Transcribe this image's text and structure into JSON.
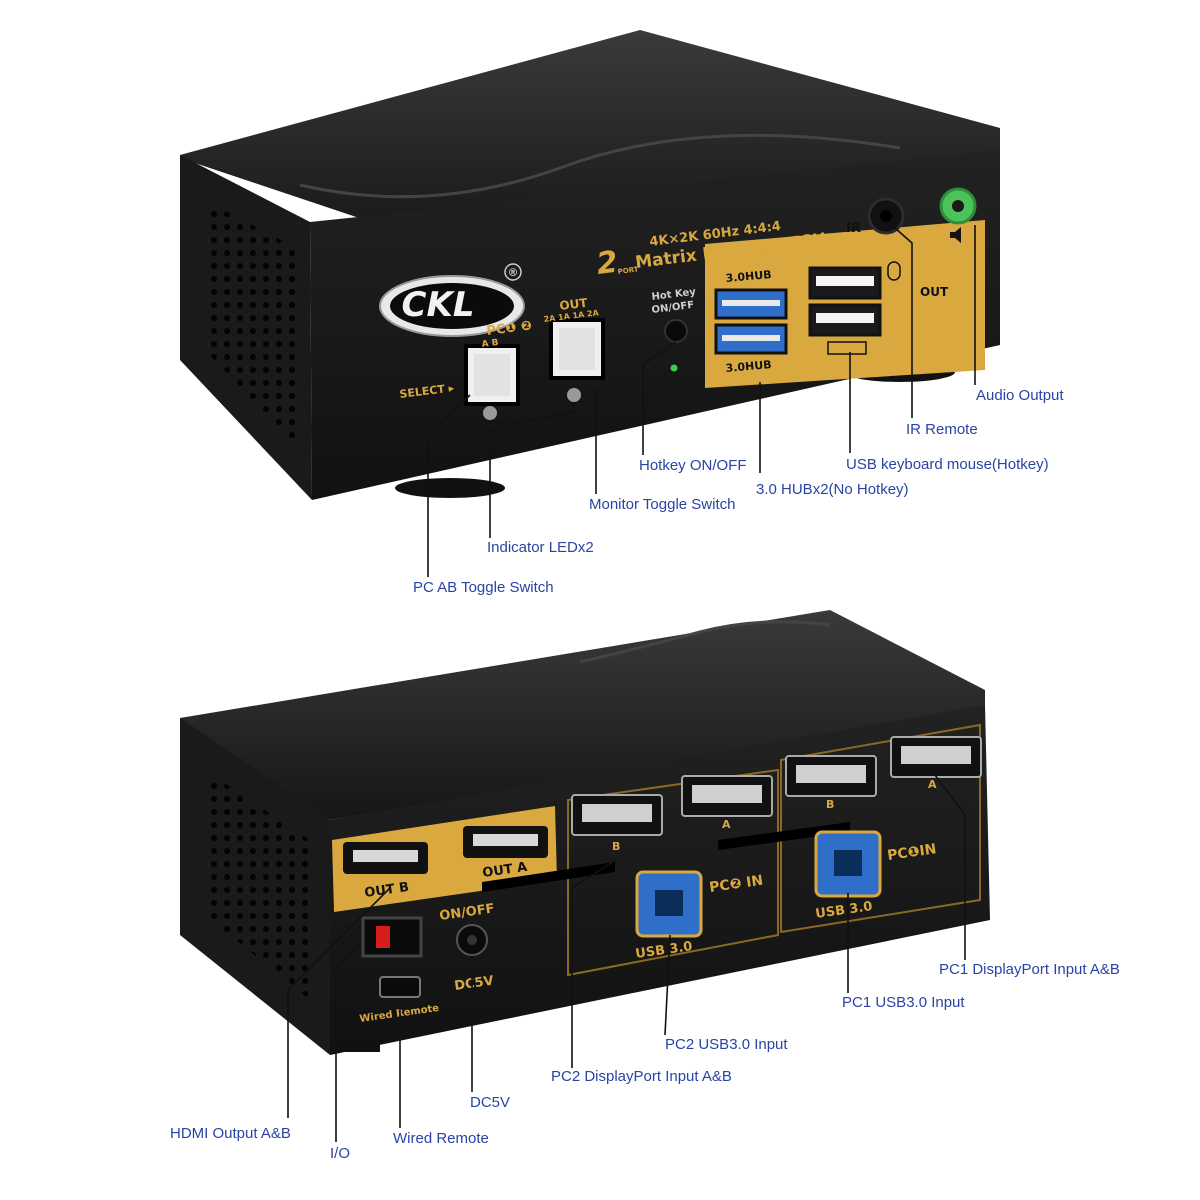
{
  "front_panel": {
    "brand": "CKL",
    "registered_mark": "®",
    "model_line1": "4K×2K 60Hz 4:4:4",
    "port_count": "2",
    "port_word": "PORT",
    "model_line2": "Matrix KVM SWITCH",
    "pc_switch_label": "PC❶ ❷",
    "pc_switch_sub": "A   B",
    "out_switch_label": "OUT",
    "out_switch_sub": "2A 1A 1A 2A",
    "select_label": "SELECT ▸",
    "hotkey_label_1": "Hot Key",
    "hotkey_label_2": "ON/OFF",
    "hub_top_label": "3.0HUB",
    "hub_bottom_label": "3.0HUB",
    "ir_label": "IR",
    "out_label": "OUT"
  },
  "rear_panel": {
    "hdmi_out_b": "OUT B",
    "hdmi_out_a": "OUT A",
    "on_off": "ON/OFF",
    "dc5v": "DC5V",
    "wired_remote": "Wired Remote",
    "pc2_b": "B",
    "pc2_a": "A",
    "pc2_in": "PC❷ IN",
    "pc2_usb": "USB 3.0",
    "pc1_b": "B",
    "pc1_a": "A",
    "pc1_in": "PC❶IN",
    "pc1_usb": "USB 3.0"
  },
  "callouts": {
    "audio_output": "Audio Output",
    "ir_remote": "IR Remote",
    "usb_keyboard_mouse": "USB keyboard mouse(Hotkey)",
    "hotkey_on_off": "Hotkey ON/OFF",
    "hub": "3.0 HUBx2(No Hotkey)",
    "monitor_toggle": "Monitor Toggle Switch",
    "indicator_led": "Indicator LEDx2",
    "pc_ab_toggle": "PC AB Toggle Switch",
    "pc1_dp": "PC1 DisplayPort  Input A&B",
    "pc1_usb": "PC1 USB3.0 Input",
    "pc2_usb": "PC2 USB3.0 Input",
    "pc2_dp": "PC2 DisplayPort  Input A&B",
    "dc5v": "DC5V",
    "hdmi_output": "HDMI Output A&B",
    "wired_remote": "Wired Remote",
    "io": "I/O"
  },
  "colors": {
    "gold": "#d9a940",
    "body": "#1e1e1e",
    "label_blue": "#2a43a6",
    "usb_blue": "#2f6fc9"
  }
}
